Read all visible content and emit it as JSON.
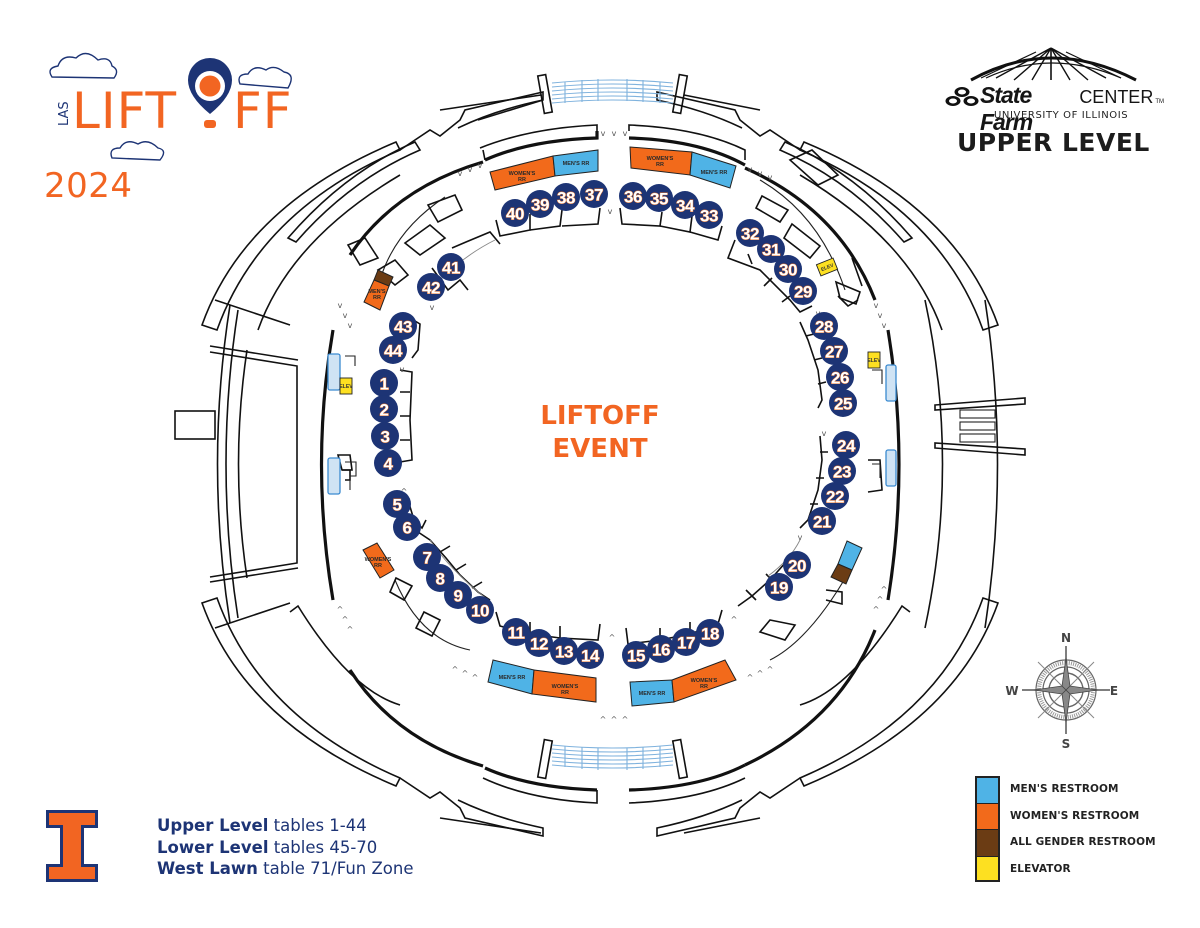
{
  "event_logo": {
    "prefix": "LAS",
    "name_part1": "LIFT",
    "name_part2": "FF",
    "year": "2024",
    "colors": {
      "orange": "#f26522",
      "navy": "#1d3475"
    }
  },
  "venue": {
    "brand_main": "State Farm",
    "brand_center": "CENTER",
    "brand_tm": "TM",
    "subtitle": "UNIVERSITY OF ILLINOIS",
    "level_title": "UPPER LEVEL"
  },
  "map": {
    "center_label_line1": "LIFTOFF",
    "center_label_line2": "EVENT",
    "tables": [
      1,
      2,
      3,
      4,
      5,
      6,
      7,
      8,
      9,
      10,
      11,
      12,
      13,
      14,
      15,
      16,
      17,
      18,
      19,
      20,
      21,
      22,
      23,
      24,
      25,
      26,
      27,
      28,
      29,
      30,
      31,
      32,
      33,
      34,
      35,
      36,
      37,
      38,
      39,
      40,
      41,
      42,
      43,
      44
    ],
    "restroom_labels": {
      "north_left_women": [
        "WOMEN'S",
        "RR"
      ],
      "north_left_men": [
        "MEN'S RR"
      ],
      "north_right_women": [
        "WOMEN'S",
        "RR"
      ],
      "north_right_men": [
        "MEN'S RR"
      ],
      "south_left_men": [
        "MEN'S RR"
      ],
      "south_left_women": [
        "WOMEN'S",
        "RR"
      ],
      "south_right_men": [
        "MEN'S RR"
      ],
      "south_right_women": [
        "WOMEN'S",
        "RR"
      ],
      "west_upper_men": [
        "MEN'S",
        "RR"
      ],
      "west_lower_women": [
        "WOMEN'S",
        "RR"
      ]
    },
    "elevator_label": "ELEV"
  },
  "compass": {
    "north": "N",
    "south": "S",
    "east": "E",
    "west": "W"
  },
  "legend": {
    "items": [
      {
        "label": "MEN'S RESTROOM",
        "color": "#4fb3e6"
      },
      {
        "label": "WOMEN'S RESTROOM",
        "color": "#f26a1b"
      },
      {
        "label": "ALL GENDER RESTROOM",
        "color": "#6b3c14"
      },
      {
        "label": "ELEVATOR",
        "color": "#fde021"
      }
    ]
  },
  "levels_info": [
    {
      "bold": "Upper Level",
      "rest": " tables 1-44"
    },
    {
      "bold": "Lower Level",
      "rest": " tables 45-70"
    },
    {
      "bold": "West Lawn",
      "rest": " table 71/Fun Zone"
    }
  ],
  "colors": {
    "mens": "#4fb3e6",
    "womens": "#f26a1b",
    "all_gender": "#6b3c14",
    "elevator": "#fde021",
    "table_fill": "#1d3475",
    "table_text_outline": "#e8742c"
  }
}
